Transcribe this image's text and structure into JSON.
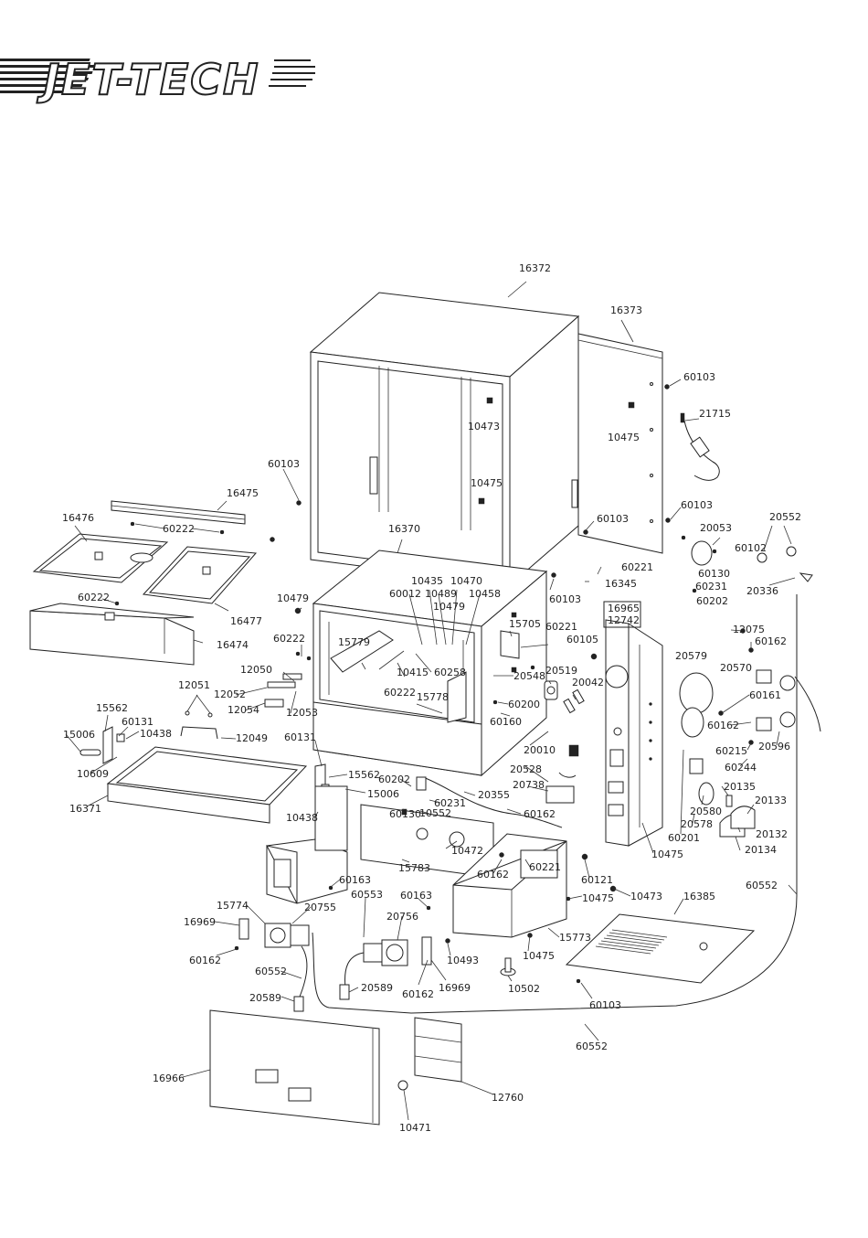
{
  "logo": {
    "text": "JET-TECH"
  },
  "labels": {
    "p16372": "16372",
    "p16373": "16373",
    "p60103a": "60103",
    "p10473a": "10473",
    "p10475a": "10475",
    "p21715": "21715",
    "p10475b": "10475",
    "p60103b": "60103",
    "p60103c": "60103",
    "p60103d": "60103",
    "p16475": "16475",
    "p16476": "16476",
    "p60222a": "60222",
    "p16370": "16370",
    "p20053": "20053",
    "p20552a": "20552",
    "p60102": "60102",
    "p60130a": "60130",
    "p60231a": "60231",
    "p60202a": "60202",
    "p20336": "20336",
    "p60221a": "60221",
    "p16345": "16345",
    "p60103e": "60103",
    "p10435": "10435",
    "p10470": "10470",
    "p60012": "60012",
    "p10489": "10489",
    "p10458": "10458",
    "p10479a": "10479",
    "p60222b": "60222",
    "p16477": "16477",
    "p10479b": "10479",
    "p60222c": "60222",
    "p16474": "16474",
    "p15705": "15705",
    "p60221b": "60221",
    "p16965": "16965",
    "p12742": "12742",
    "p60105": "60105",
    "p12075": "12075",
    "p60162a": "60162",
    "p15779": "15779",
    "p10415": "10415",
    "p60258": "60258",
    "p20548": "20548",
    "p20519": "20519",
    "p20579": "20579",
    "p20570": "20570",
    "p12050": "12050",
    "p12051": "12051",
    "p12052": "12052",
    "p12054": "12054",
    "p12053": "12053",
    "p60222d": "60222",
    "p15778": "15778",
    "p20042": "20042",
    "p60200": "60200",
    "p60161": "60161",
    "p15562a": "15562",
    "p60131a": "60131",
    "p10438a": "10438",
    "p12049": "12049",
    "p60160": "60160",
    "p60162b": "60162",
    "p20596": "20596",
    "p15006a": "15006",
    "p60215": "60215",
    "p60244": "60244",
    "p10609": "10609",
    "p60131b": "60131",
    "p20010": "20010",
    "p20528": "20528",
    "p15562b": "15562",
    "p60202b": "60202",
    "p20738": "20738",
    "p20355": "20355",
    "p20135": "20135",
    "p16371": "16371",
    "p15006b": "15006",
    "p60231b": "60231",
    "p60130b": "60130",
    "p10552": "10552",
    "p60162c": "60162",
    "p20580": "20580",
    "p20133": "20133",
    "p10438b": "10438",
    "p10472": "10472",
    "p20578": "20578",
    "p20132": "20132",
    "p60201": "60201",
    "p10475c": "10475",
    "p20134": "20134",
    "p15783": "15783",
    "p60162d": "60162",
    "p60221c": "60221",
    "p60121": "60121",
    "p60163a": "60163",
    "p60553": "60553",
    "p60163b": "60163",
    "p10475d": "10475",
    "p10473b": "10473",
    "p60552a": "60552",
    "p16385": "16385",
    "p15774": "15774",
    "p20755": "20755",
    "p20756": "20756",
    "p15773": "15773",
    "p16969a": "16969",
    "p10475e": "10475",
    "p10493": "10493",
    "p60162e": "60162",
    "p60552b": "60552",
    "p20589a": "20589",
    "p60162f": "60162",
    "p16969b": "16969",
    "p10502": "10502",
    "p20589b": "20589",
    "p60103f": "60103",
    "p60552c": "60552",
    "p16966": "16966",
    "p12760": "12760",
    "p10471": "10471"
  },
  "colors": {
    "ink": "#222222",
    "paper": "#ffffff"
  }
}
